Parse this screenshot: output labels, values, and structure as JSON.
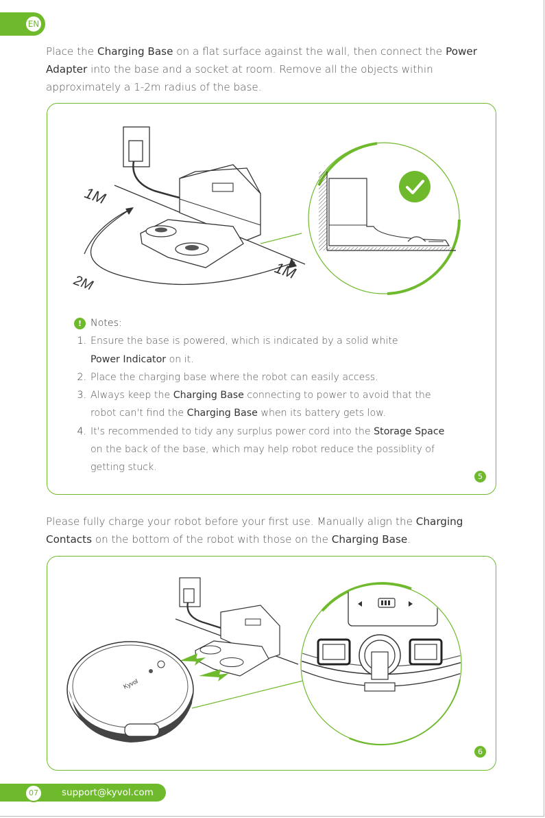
{
  "language": "EN",
  "intro": {
    "t1": "Place the ",
    "b1": "Charging Base",
    "t2": " on a flat surface against the wall, then connect the ",
    "b2": "Power Adapter",
    "t3": " into the base and a socket at room. Remove all the objects within approximately a 1-2m radius of the base."
  },
  "figure1": {
    "label_1m_a": "1M",
    "label_1m_b": "1M",
    "label_2m": "2M",
    "step": "5"
  },
  "notes": {
    "heading": "Notes:",
    "items": [
      {
        "num": "1.",
        "t1": "Ensure the base is powered, which is indicated by a solid white ",
        "b1": "Power Indicator",
        "t2": " on it."
      },
      {
        "num": "2.",
        "t1": "Place the charging base where the robot can easily access."
      },
      {
        "num": "3.",
        "t1": "Always keep the ",
        "b1": "Charging Base",
        "t2": " connecting to power to avoid that the robot can't find the ",
        "b2": "Charging Base",
        "t3": " when its battery gets low."
      },
      {
        "num": "4.",
        "t1": "It's recommended to tidy any surplus power cord into the ",
        "b1": "Storage Space",
        "t2": " on the back of the base, which may help robot reduce the possiblity of getting stuck."
      }
    ]
  },
  "charge": {
    "t1": "Please fully charge your robot before your first use. Manually align the ",
    "b1": "Charging Contacts",
    "t2": " on the bottom of the robot with those on the ",
    "b2": "Charging Base",
    "t3": "."
  },
  "figure2": {
    "step": "6",
    "robot_brand": "Kyvol"
  },
  "footer": {
    "page": "07",
    "email": "support@kyvol.com"
  },
  "colors": {
    "accent": "#6fba2c",
    "text": "#555555",
    "line": "#333333"
  }
}
